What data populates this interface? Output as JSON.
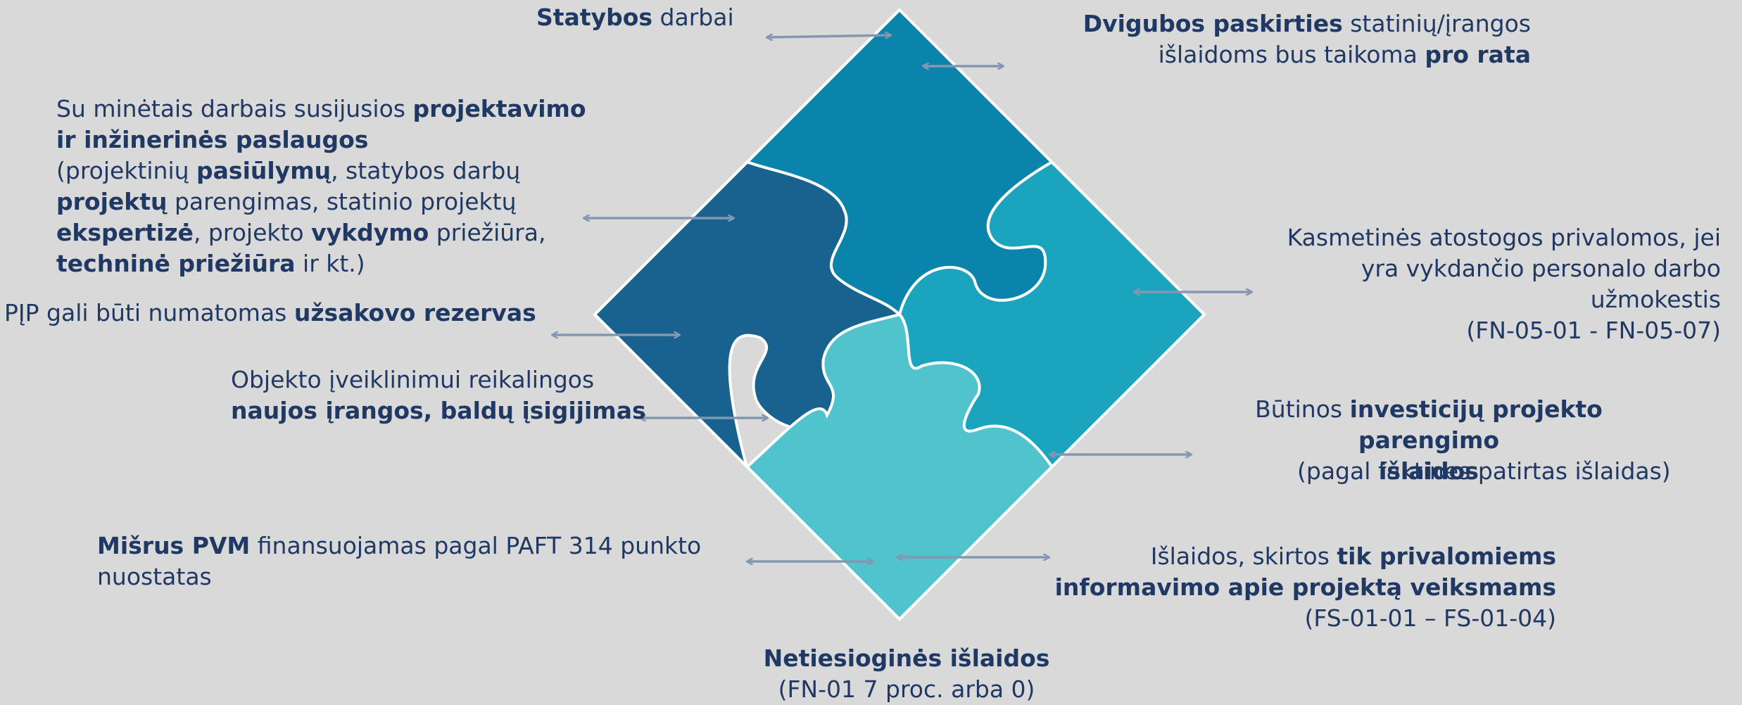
{
  "colors": {
    "background": "#d9d9d9",
    "text": "#1f3864",
    "arrow": "#8497b0",
    "piece_top": "#0a84ab",
    "piece_left": "#17628f",
    "piece_right": "#1ba4be",
    "piece_bottom": "#50c3cc",
    "outline": "#ffffff"
  },
  "labels": {
    "statybos": {
      "b1": "Statybos",
      "t1": " darbai"
    },
    "dvigubos": {
      "b1": "Dvigubos paskirties",
      "t1": " statinių/įrangos",
      "t2": "išlaidoms bus taikoma ",
      "b2": "pro rata"
    },
    "projektavimo": {
      "t1": "Su minėtais darbais susijusios  ",
      "b1": "projektavimo",
      "b2": "ir inžinerinės paslaugos",
      "t2": "(projektinių ",
      "b3": "pasiūlymų",
      "t3": ", statybos darbų",
      "b4": "projektų",
      "t4": " parengimas, statinio projektų",
      "b5": "ekspertizė",
      "t5": ", projekto ",
      "b6": "vykdymo",
      "t6": " priežiūra,",
      "b7": "techninė priežiūra",
      "t7": " ir kt.)"
    },
    "pjp": {
      "t1": "PĮP gali būti numatomas ",
      "b1": "užsakovo rezervas"
    },
    "objekto": {
      "t1": "Objekto įveiklinimui reikalingos",
      "b1": "naujos įrangos, baldų įsigijimas"
    },
    "misrus": {
      "b1": "Mišrus PVM",
      "t1": " finansuojamas pagal PAFT 314 punkto",
      "t2": "nuostatas"
    },
    "kasmetines": {
      "t1": "Kasmetinės atostogos privalomos, jei",
      "t2": "yra vykdančio personalo darbo",
      "t3": "užmokestis",
      "t4": "(FN-05-01 - FN-05-07)"
    },
    "butinos": {
      "t1": "Būtinos ",
      "b1": "investicijų projekto parengimo",
      "b2": "išlaidos",
      "t2": "(pagal faktines patirtas išlaidas)"
    },
    "islaidos": {
      "t1": "Išlaidos, skirtos ",
      "b1": "tik privalomiems",
      "b2": "informavimo apie projektą veiksmams",
      "t2": "(FS-01-01 – FS-01-04)"
    },
    "netiesiogines": {
      "b1": "Netiesioginės išlaidos",
      "t1": "(FN-01 7 proc. arba 0)"
    }
  }
}
